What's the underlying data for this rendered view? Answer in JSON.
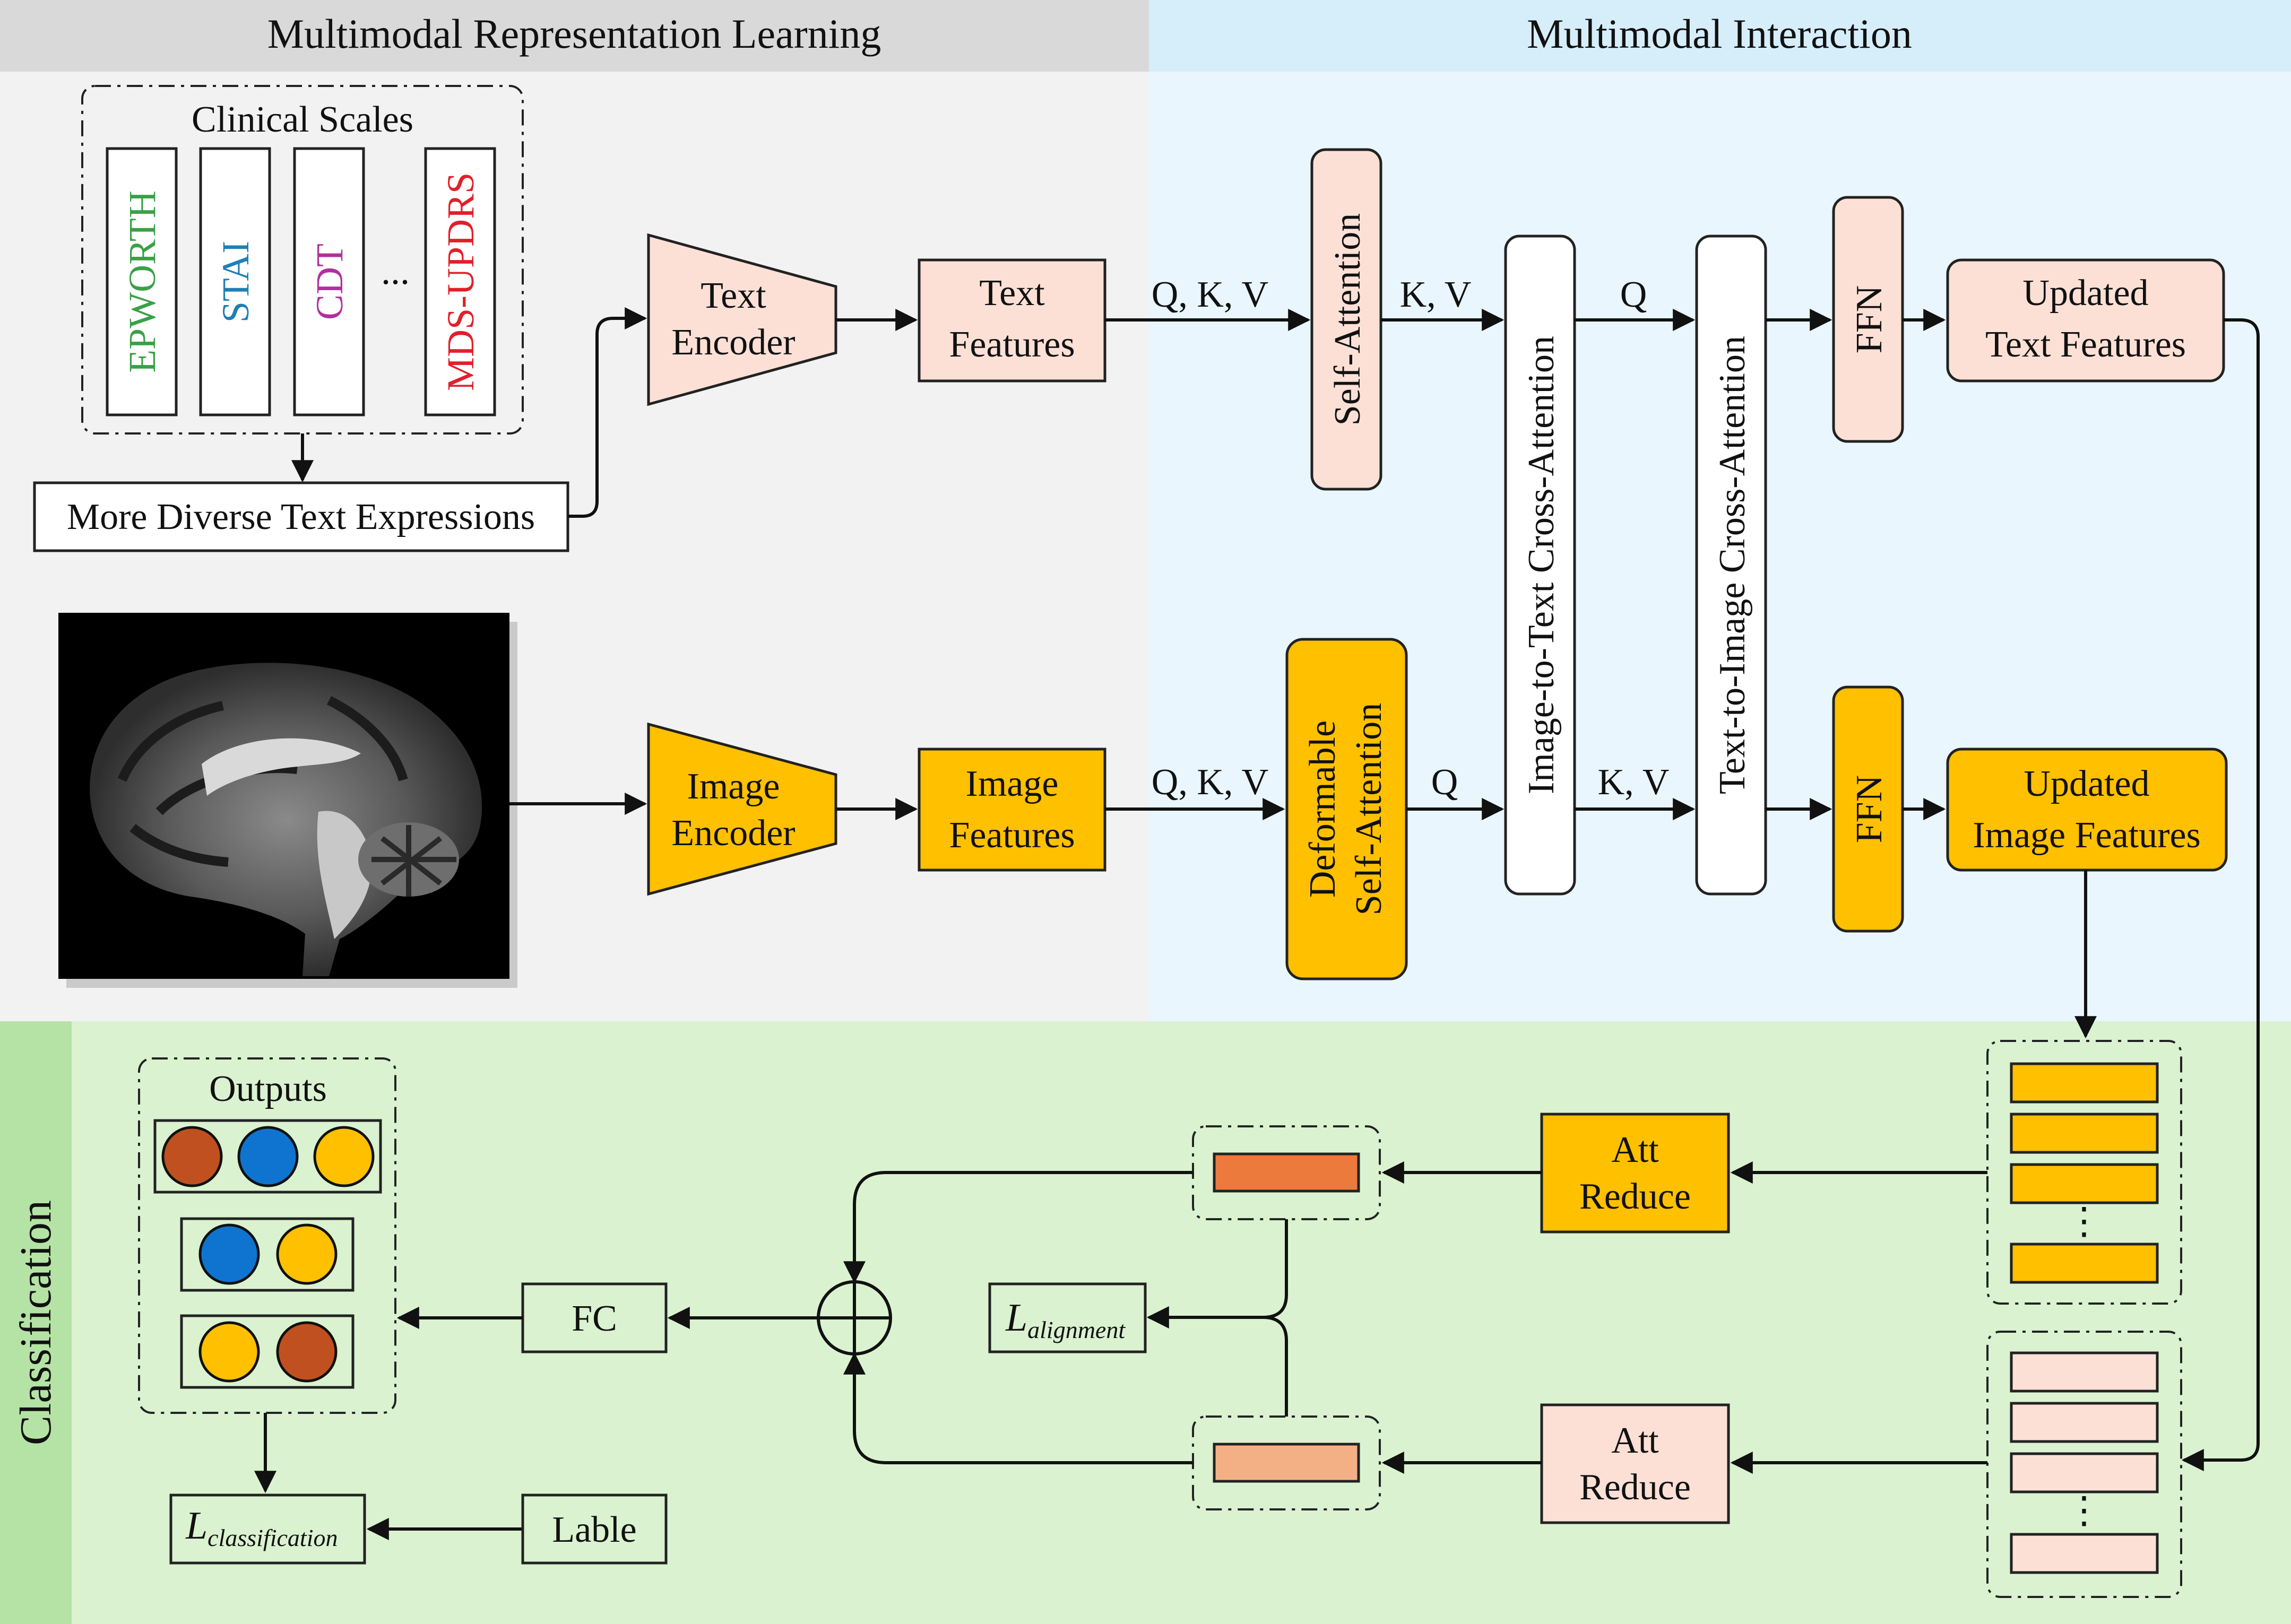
{
  "sections": {
    "representation": "Multimodal Representation Learning",
    "interaction": "Multimodal Interaction",
    "classification": "Classification"
  },
  "clinical_scales": {
    "title": "Clinical Scales",
    "items": [
      {
        "label": "EPWORTH",
        "color": "#3aa047"
      },
      {
        "label": "STAI",
        "color": "#1f7fb5"
      },
      {
        "label": "CDT",
        "color": "#b0309c"
      },
      {
        "label": "...",
        "color": "#1a1a1a"
      },
      {
        "label": "MDS-UPDRS",
        "color": "#e0202a"
      }
    ]
  },
  "text_branch": {
    "diverse_text": "More Diverse Text Expressions",
    "encoder": [
      "Text",
      "Encoder"
    ],
    "features": [
      "Text",
      "Features"
    ],
    "qkv": "Q, K, V",
    "self_attention": "Self-Attention",
    "kv": "K, V",
    "q": "Q",
    "ffn": "FFN",
    "updated": [
      "Updated",
      "Text Features"
    ]
  },
  "image_branch": {
    "encoder": [
      "Image",
      "Encoder"
    ],
    "features": [
      "Image",
      "Features"
    ],
    "qkv": "Q, K, V",
    "deformable": [
      "Deformable",
      "Self-Attention"
    ],
    "q": "Q",
    "kv": "K, V",
    "ffn": "FFN",
    "updated": [
      "Updated",
      "Image Features"
    ]
  },
  "cross_attention": {
    "image_to_text": "Image-to-Text Cross-Attention",
    "text_to_image": "Text-to-Image Cross-Attention"
  },
  "classification_block": {
    "att_reduce": [
      "Att",
      "Reduce"
    ],
    "fc": "FC",
    "lable": "Lable",
    "outputs_title": "Outputs",
    "alignment_loss": {
      "main": "L",
      "sub": "alignment"
    },
    "classification_loss": {
      "main": "L",
      "sub": "classification"
    },
    "dots": "⋮"
  },
  "colors": {
    "text_fill": "#fce0d6",
    "image_fill": "#ffc000",
    "repr_bg": "#f2f2f2",
    "inter_bg": "#e9f6fd",
    "class_bg": "#daf2d0",
    "repr_header": "#d9d9d9",
    "inter_header": "#d6eefa",
    "class_side": "#b5e3a5",
    "output_brown": "#c0501f",
    "output_blue": "#0f74d0",
    "output_yellow": "#ffc000",
    "text_pooled": "#eb7a3c",
    "text_pooled_light": "#f4b085"
  }
}
